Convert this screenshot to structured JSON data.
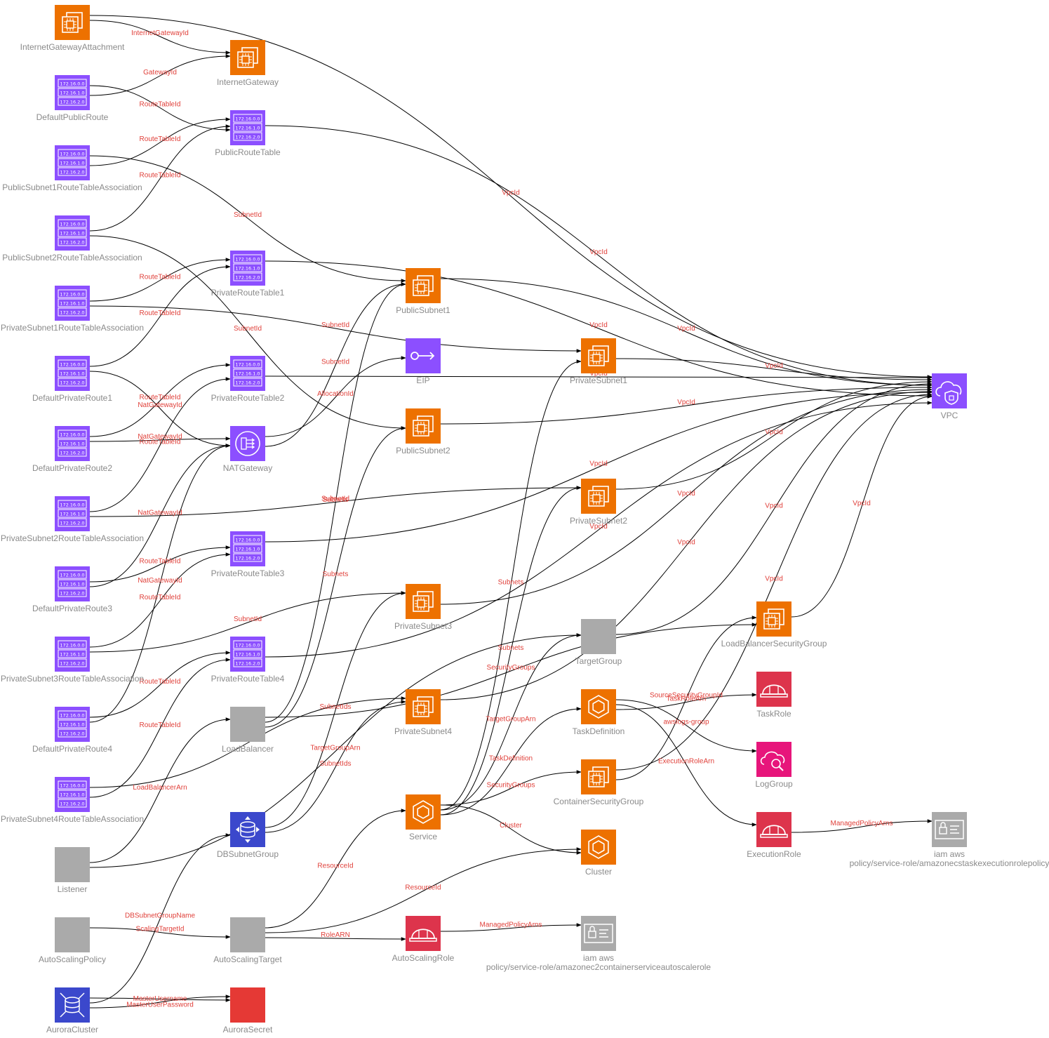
{
  "colors": {
    "compute": "#ED7100",
    "network": "#8C4FFF",
    "database": "#3B48CC",
    "security": "#DD344C",
    "management": "#E7157B",
    "generic": "#AAAAAA",
    "secret": "#E53935",
    "edge_label": "#E0403A",
    "node_label": "#8A8A8A"
  },
  "nodes": [
    {
      "id": "InternetGatewayAttachment",
      "label": "InternetGatewayAttachment",
      "icon": "ec2-instance-icon"
    },
    {
      "id": "InternetGateway",
      "label": "InternetGateway",
      "icon": "ec2-instance-icon"
    },
    {
      "id": "DefaultPublicRoute",
      "label": "DefaultPublicRoute",
      "icon": "route-table-icon"
    },
    {
      "id": "PublicRouteTable",
      "label": "PublicRouteTable",
      "icon": "route-table-icon"
    },
    {
      "id": "PublicSubnet1RouteTableAssociation",
      "label": "PublicSubnet1RouteTableAssociation",
      "icon": "route-table-icon"
    },
    {
      "id": "PublicSubnet2RouteTableAssociation",
      "label": "PublicSubnet2RouteTableAssociation",
      "icon": "route-table-icon"
    },
    {
      "id": "PrivateRouteTable1",
      "label": "PrivateRouteTable1",
      "icon": "route-table-icon"
    },
    {
      "id": "PrivateSubnet1RouteTableAssociation",
      "label": "PrivateSubnet1RouteTableAssociation",
      "icon": "route-table-icon"
    },
    {
      "id": "DefaultPrivateRoute1",
      "label": "DefaultPrivateRoute1",
      "icon": "route-table-icon"
    },
    {
      "id": "PrivateRouteTable2",
      "label": "PrivateRouteTable2",
      "icon": "route-table-icon"
    },
    {
      "id": "DefaultPrivateRoute2",
      "label": "DefaultPrivateRoute2",
      "icon": "route-table-icon"
    },
    {
      "id": "NATGateway",
      "label": "NATGateway",
      "icon": "nat-gateway-icon"
    },
    {
      "id": "PrivateSubnet2RouteTableAssociation",
      "label": "PrivateSubnet2RouteTableAssociation",
      "icon": "route-table-icon"
    },
    {
      "id": "PrivateRouteTable3",
      "label": "PrivateRouteTable3",
      "icon": "route-table-icon"
    },
    {
      "id": "DefaultPrivateRoute3",
      "label": "DefaultPrivateRoute3",
      "icon": "route-table-icon"
    },
    {
      "id": "PrivateSubnet3RouteTableAssociation",
      "label": "PrivateSubnet3RouteTableAssociation",
      "icon": "route-table-icon"
    },
    {
      "id": "PrivateRouteTable4",
      "label": "PrivateRouteTable4",
      "icon": "route-table-icon"
    },
    {
      "id": "DefaultPrivateRoute4",
      "label": "DefaultPrivateRoute4",
      "icon": "route-table-icon"
    },
    {
      "id": "PrivateSubnet4RouteTableAssociation",
      "label": "PrivateSubnet4RouteTableAssociation",
      "icon": "route-table-icon"
    },
    {
      "id": "Listener",
      "label": "Listener",
      "icon": "generic-resource-icon"
    },
    {
      "id": "AutoScalingPolicy",
      "label": "AutoScalingPolicy",
      "icon": "generic-resource-icon"
    },
    {
      "id": "AuroraCluster",
      "label": "AuroraCluster",
      "icon": "aurora-cluster-icon"
    },
    {
      "id": "LoadBalancer",
      "label": "LoadBalancer",
      "icon": "generic-resource-icon"
    },
    {
      "id": "DBSubnetGroup",
      "label": "DBSubnetGroup",
      "icon": "db-subnet-group-icon"
    },
    {
      "id": "AutoScalingTarget",
      "label": "AutoScalingTarget",
      "icon": "generic-resource-icon"
    },
    {
      "id": "AuroraSecret",
      "label": "AuroraSecret",
      "icon": "secret-icon"
    },
    {
      "id": "PublicSubnet1",
      "label": "PublicSubnet1",
      "icon": "ec2-instance-icon"
    },
    {
      "id": "EIP",
      "label": "EIP",
      "icon": "elastic-ip-icon"
    },
    {
      "id": "PublicSubnet2",
      "label": "PublicSubnet2",
      "icon": "ec2-instance-icon"
    },
    {
      "id": "PrivateSubnet3",
      "label": "PrivateSubnet3",
      "icon": "ec2-instance-icon"
    },
    {
      "id": "PrivateSubnet4",
      "label": "PrivateSubnet4",
      "icon": "ec2-instance-icon"
    },
    {
      "id": "Service",
      "label": "Service",
      "icon": "ecs-icon"
    },
    {
      "id": "AutoScalingRole",
      "label": "AutoScalingRole",
      "icon": "iam-role-icon"
    },
    {
      "id": "PrivateSubnet1",
      "label": "PrivateSubnet1",
      "icon": "ec2-instance-icon"
    },
    {
      "id": "PrivateSubnet2",
      "label": "PrivateSubnet2",
      "icon": "ec2-instance-icon"
    },
    {
      "id": "TargetGroup",
      "label": "TargetGroup",
      "icon": "generic-resource-icon"
    },
    {
      "id": "TaskDefinition",
      "label": "TaskDefinition",
      "icon": "ecs-icon"
    },
    {
      "id": "ContainerSecurityGroup",
      "label": "ContainerSecurityGroup",
      "icon": "ec2-instance-icon"
    },
    {
      "id": "Cluster",
      "label": "Cluster",
      "icon": "ecs-icon"
    },
    {
      "id": "AutoscaleRolePolicy",
      "label": "iam aws",
      "label2": "policy/service-role/amazonec2containerserviceautoscalerole",
      "icon": "iam-policy-icon"
    },
    {
      "id": "LoadBalancerSecurityGroup",
      "label": "LoadBalancerSecurityGroup",
      "icon": "ec2-instance-icon"
    },
    {
      "id": "TaskRole",
      "label": "TaskRole",
      "icon": "iam-role-icon"
    },
    {
      "id": "LogGroup",
      "label": "LogGroup",
      "icon": "log-group-icon"
    },
    {
      "id": "ExecutionRole",
      "label": "ExecutionRole",
      "icon": "iam-role-icon"
    },
    {
      "id": "ExecutionRolePolicy",
      "label": "iam aws",
      "label2": "policy/service-role/amazonecstaskexecutionrolepolicy",
      "icon": "iam-policy-icon"
    },
    {
      "id": "VPC",
      "label": "VPC",
      "icon": "vpc-icon"
    }
  ],
  "edges": [
    {
      "from": "InternetGatewayAttachment",
      "to": "VPC",
      "label": "VpcId"
    },
    {
      "from": "InternetGatewayAttachment",
      "to": "InternetGateway",
      "label": "InternetGatewayId"
    },
    {
      "from": "DefaultPublicRoute",
      "to": "InternetGateway",
      "label": "GatewayId"
    },
    {
      "from": "DefaultPublicRoute",
      "to": "PublicRouteTable",
      "label": "RouteTableId"
    },
    {
      "from": "PublicRouteTable",
      "to": "VPC",
      "label": "VpcId"
    },
    {
      "from": "PublicSubnet1RouteTableAssociation",
      "to": "PublicRouteTable",
      "label": "RouteTableId"
    },
    {
      "from": "PublicSubnet1RouteTableAssociation",
      "to": "PublicSubnet1",
      "label": "SubnetId"
    },
    {
      "from": "PublicSubnet2RouteTableAssociation",
      "to": "PublicRouteTable",
      "label": "RouteTableId"
    },
    {
      "from": "PublicSubnet2RouteTableAssociation",
      "to": "PublicSubnet2",
      "label": "SubnetId"
    },
    {
      "from": "PrivateRouteTable1",
      "to": "VPC",
      "label": "VpcId"
    },
    {
      "from": "PrivateSubnet1RouteTableAssociation",
      "to": "PrivateRouteTable1",
      "label": "RouteTableId"
    },
    {
      "from": "PrivateSubnet1RouteTableAssociation",
      "to": "PrivateSubnet1",
      "label": "SubnetId"
    },
    {
      "from": "DefaultPrivateRoute1",
      "to": "PrivateRouteTable1",
      "label": "RouteTableId"
    },
    {
      "from": "DefaultPrivateRoute1",
      "to": "NATGateway",
      "label": "NatGatewayId"
    },
    {
      "from": "PrivateRouteTable2",
      "to": "VPC",
      "label": "VpcId"
    },
    {
      "from": "DefaultPrivateRoute2",
      "to": "PrivateRouteTable2",
      "label": "RouteTableId"
    },
    {
      "from": "DefaultPrivateRoute2",
      "to": "NATGateway",
      "label": "NatGatewayId"
    },
    {
      "from": "NATGateway",
      "to": "PublicSubnet1",
      "label": "SubnetId"
    },
    {
      "from": "NATGateway",
      "to": "EIP",
      "label": "AllocationId"
    },
    {
      "from": "PrivateSubnet2RouteTableAssociation",
      "to": "PrivateRouteTable2",
      "label": "RouteTableId"
    },
    {
      "from": "PrivateSubnet2RouteTableAssociation",
      "to": "PrivateSubnet2",
      "label": "SubnetId"
    },
    {
      "from": "PrivateRouteTable3",
      "to": "VPC",
      "label": "VpcId"
    },
    {
      "from": "DefaultPrivateRoute3",
      "to": "PrivateRouteTable3",
      "label": "RouteTableId"
    },
    {
      "from": "DefaultPrivateRoute3",
      "to": "NATGateway",
      "label": "NatGatewayId"
    },
    {
      "from": "PrivateSubnet3RouteTableAssociation",
      "to": "PrivateRouteTable3",
      "label": "RouteTableId"
    },
    {
      "from": "PrivateSubnet3RouteTableAssociation",
      "to": "PrivateSubnet3",
      "label": "SubnetId"
    },
    {
      "from": "PrivateRouteTable4",
      "to": "VPC",
      "label": "VpcId"
    },
    {
      "from": "DefaultPrivateRoute4",
      "to": "PrivateRouteTable4",
      "label": "RouteTableId"
    },
    {
      "from": "DefaultPrivateRoute4",
      "to": "NATGateway",
      "label": "NatGatewayId"
    },
    {
      "from": "PrivateSubnet4RouteTableAssociation",
      "to": "PrivateRouteTable4",
      "label": "RouteTableId"
    },
    {
      "from": "PrivateSubnet4RouteTableAssociation",
      "to": "PrivateSubnet4",
      "label": "SubnetId"
    },
    {
      "from": "Listener",
      "to": "LoadBalancer",
      "label": "LoadBalancerArn"
    },
    {
      "from": "Listener",
      "to": "TargetGroup",
      "label": "TargetGroupArn"
    },
    {
      "from": "AutoScalingPolicy",
      "to": "AutoScalingTarget",
      "label": "ScalingTargetId"
    },
    {
      "from": "AuroraCluster",
      "to": "DBSubnetGroup",
      "label": "DBSubnetGroupName"
    },
    {
      "from": "AuroraCluster",
      "to": "AuroraSecret",
      "label": "MasterUsername"
    },
    {
      "from": "AuroraCluster",
      "to": "AuroraSecret",
      "label": "MasterUserPassword"
    },
    {
      "from": "LoadBalancer",
      "to": "PublicSubnet1",
      "label": "Subnets"
    },
    {
      "from": "LoadBalancer",
      "to": "PublicSubnet2",
      "label": "Subnets"
    },
    {
      "from": "LoadBalancer",
      "to": "LoadBalancerSecurityGroup",
      "label": "SecurityGroups"
    },
    {
      "from": "DBSubnetGroup",
      "to": "PrivateSubnet3",
      "label": "SubnetIds"
    },
    {
      "from": "DBSubnetGroup",
      "to": "PrivateSubnet4",
      "label": "SubnetIds"
    },
    {
      "from": "AutoScalingTarget",
      "to": "Service",
      "label": "ResourceId"
    },
    {
      "from": "AutoScalingTarget",
      "to": "Cluster",
      "label": "ResourceId"
    },
    {
      "from": "AutoScalingTarget",
      "to": "AutoScalingRole",
      "label": "RoleARN"
    },
    {
      "from": "PublicSubnet1",
      "to": "VPC",
      "label": "VpcId"
    },
    {
      "from": "PublicSubnet2",
      "to": "VPC",
      "label": "VpcId"
    },
    {
      "from": "PrivateSubnet3",
      "to": "VPC",
      "label": "VpcId"
    },
    {
      "from": "PrivateSubnet4",
      "to": "VPC",
      "label": "VpcId"
    },
    {
      "from": "Service",
      "to": "PrivateSubnet1",
      "label": "Subnets"
    },
    {
      "from": "Service",
      "to": "PrivateSubnet2",
      "label": "Subnets"
    },
    {
      "from": "Service",
      "to": "ContainerSecurityGroup",
      "label": "SecurityGroups"
    },
    {
      "from": "Service",
      "to": "TargetGroup",
      "label": "TargetGroupArn"
    },
    {
      "from": "Service",
      "to": "TaskDefinition",
      "label": "TaskDefinition"
    },
    {
      "from": "Service",
      "to": "Cluster",
      "label": "Cluster"
    },
    {
      "from": "AutoScalingRole",
      "to": "AutoscaleRolePolicy",
      "label": "ManagedPolicyArns"
    },
    {
      "from": "PrivateSubnet1",
      "to": "VPC",
      "label": "VpcId"
    },
    {
      "from": "PrivateSubnet2",
      "to": "VPC",
      "label": "VpcId"
    },
    {
      "from": "TargetGroup",
      "to": "VPC",
      "label": "VpcId"
    },
    {
      "from": "TaskDefinition",
      "to": "TaskRole",
      "label": "TaskRoleArn"
    },
    {
      "from": "TaskDefinition",
      "to": "LogGroup",
      "label": "awslogs-group"
    },
    {
      "from": "TaskDefinition",
      "to": "ExecutionRole",
      "label": "ExecutionRoleArn"
    },
    {
      "from": "ContainerSecurityGroup",
      "to": "LoadBalancerSecurityGroup",
      "label": "SourceSecurityGroupId"
    },
    {
      "from": "ContainerSecurityGroup",
      "to": "VPC",
      "label": "VpcId"
    },
    {
      "from": "LoadBalancerSecurityGroup",
      "to": "VPC",
      "label": "VpcId"
    },
    {
      "from": "ExecutionRole",
      "to": "ExecutionRolePolicy",
      "label": "ManagedPolicyArns"
    }
  ]
}
